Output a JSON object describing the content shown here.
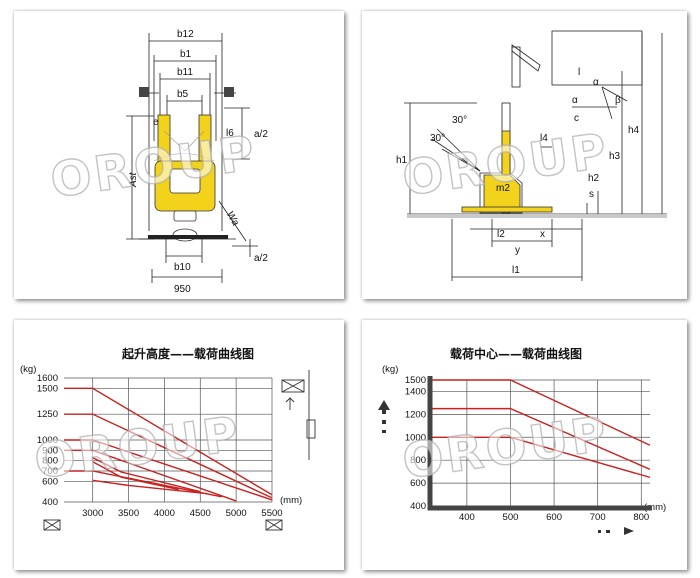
{
  "watermark": "OROUP",
  "colors": {
    "forklift_yellow": "#f2d21a",
    "curve_red": "#c8211f",
    "chart_border": "#333333"
  },
  "top_left": {
    "labels": [
      "b12",
      "b1",
      "b11",
      "b5",
      "e",
      "l6",
      "a/2",
      "Ast",
      "Wa",
      "b10",
      "a/2",
      "950"
    ]
  },
  "top_right": {
    "labels": [
      "l",
      "α",
      "β",
      "α",
      "c",
      "h4",
      "h3",
      "h2",
      "s",
      "h1",
      "30°",
      "30°",
      "l4",
      "m2",
      "l2",
      "x",
      "y",
      "l1"
    ]
  },
  "chart_left": {
    "title": "起升高度——载荷曲线图",
    "unit_y": "(kg)",
    "unit_x": "(mm)"
  },
  "chart_right": {
    "title": "载荷中心——载荷曲线图",
    "unit_y": "(kg)",
    "unit_x": "(mm)"
  },
  "chart_data": [
    {
      "type": "line",
      "title": "起升高度——载荷曲线图",
      "xlabel": "(mm)",
      "ylabel": "(kg)",
      "x_ticks": [
        3000,
        3500,
        4000,
        4500,
        5000,
        5500
      ],
      "y_ticks": [
        400,
        600,
        700,
        800,
        900,
        1000,
        1250,
        1500,
        1600
      ],
      "xlim": [
        2600,
        5500
      ],
      "ylim": [
        400,
        1600
      ],
      "series": [
        {
          "x": [
            2600,
            3000,
            5500
          ],
          "values": [
            1500,
            1500,
            470
          ]
        },
        {
          "x": [
            2600,
            3000,
            5500
          ],
          "values": [
            1250,
            1250,
            440
          ]
        },
        {
          "x": [
            2600,
            3000,
            5500
          ],
          "values": [
            1000,
            1000,
            420
          ]
        },
        {
          "x": [
            2600,
            3000,
            5000
          ],
          "values": [
            900,
            900,
            410
          ]
        },
        {
          "x": [
            3000,
            3400,
            4500
          ],
          "values": [
            830,
            690,
            500
          ]
        },
        {
          "x": [
            3000,
            3400,
            4200
          ],
          "values": [
            790,
            640,
            520
          ]
        },
        {
          "x": [
            2600,
            3000,
            4800
          ],
          "values": [
            700,
            700,
            450
          ]
        },
        {
          "x": [
            3000,
            3500,
            4600
          ],
          "values": [
            610,
            560,
            480
          ]
        }
      ]
    },
    {
      "type": "line",
      "title": "载荷中心——载荷曲线图",
      "xlabel": "(mm)",
      "ylabel": "(kg)",
      "x_ticks": [
        400,
        500,
        600,
        700,
        800
      ],
      "y_ticks": [
        400,
        600,
        800,
        1000,
        1200,
        1400,
        1500
      ],
      "xlim": [
        320,
        820
      ],
      "ylim": [
        400,
        1500
      ],
      "series": [
        {
          "x": [
            320,
            500,
            820
          ],
          "values": [
            1500,
            1500,
            930
          ]
        },
        {
          "x": [
            320,
            500,
            820
          ],
          "values": [
            1250,
            1250,
            720
          ]
        },
        {
          "x": [
            320,
            500,
            820
          ],
          "values": [
            1000,
            1000,
            650
          ]
        }
      ]
    }
  ]
}
